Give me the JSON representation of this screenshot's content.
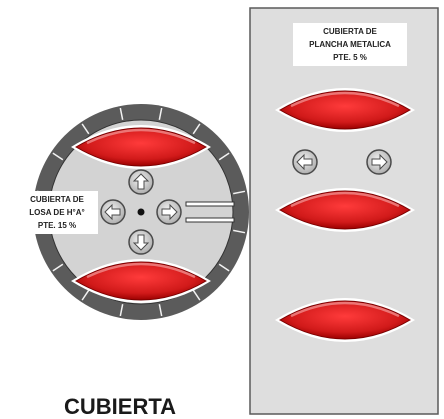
{
  "title": "CUBIERTA",
  "circle_label": [
    "CUBIERTA DE",
    "LOSA DE H°A°",
    "PTE. 15 %"
  ],
  "panel_label": [
    "CUBIERTA DE",
    "PLANCHA METALICA",
    "PTE. 5 %"
  ],
  "colors": {
    "ring": "#5b5b5b",
    "circle_fill": "#d3d3d3",
    "panel_fill": "#dedede",
    "lens_fill": "#d11a1a",
    "lens_dark": "#8e0000",
    "lens_highlight": "#f29a9a",
    "arrow_fill": "#c9c9c9",
    "arrow_stroke": "#4a4a4a"
  },
  "icons": [
    "arrow-up-icon",
    "arrow-down-icon",
    "arrow-left-icon",
    "arrow-right-icon",
    "center-dot-icon"
  ]
}
